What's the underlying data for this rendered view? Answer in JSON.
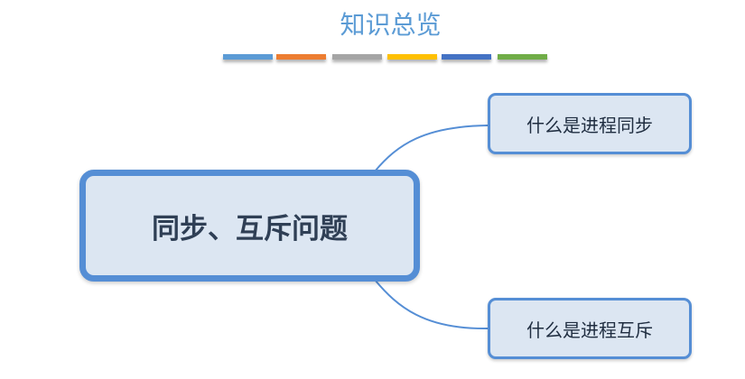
{
  "title": "知识总览",
  "legend_colors": [
    "#5b9bd5",
    "#ed7d31",
    "#a5a5a5",
    "#ffc000",
    "#4472c4",
    "#70ad47"
  ],
  "central_topic": "同步、互斥问题",
  "subtopics": [
    "什么是进程同步",
    "什么是进程互斥"
  ],
  "accent_color": "#558ed5"
}
